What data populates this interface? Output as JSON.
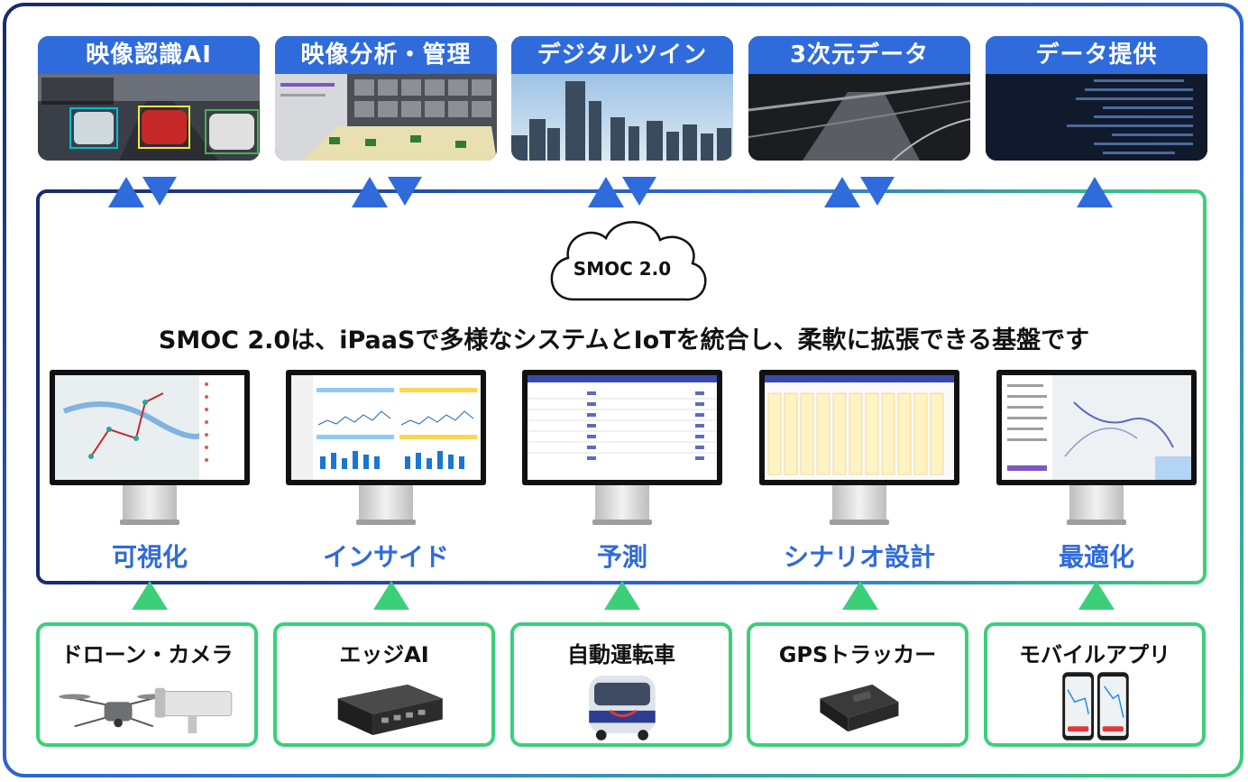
{
  "services": [
    {
      "label": "映像認識AI"
    },
    {
      "label": "映像分析・管理"
    },
    {
      "label": "デジタルツイン"
    },
    {
      "label": "3次元データ"
    },
    {
      "label": "データ提供"
    }
  ],
  "cloud_label": "SMOC 2.0",
  "headline": "SMOC 2.0は、iPaaSで多様なシステムとIoTを統合し、柔軟に拡張できる基盤です",
  "capabilities": [
    {
      "label": "可視化"
    },
    {
      "label": "インサイド"
    },
    {
      "label": "予測"
    },
    {
      "label": "シナリオ設計"
    },
    {
      "label": "最適化"
    }
  ],
  "devices": [
    {
      "label": "ドローン・カメラ"
    },
    {
      "label": "エッジAI"
    },
    {
      "label": "自動運転車"
    },
    {
      "label": "GPSトラッカー"
    },
    {
      "label": "モバイルアプリ"
    }
  ],
  "colors": {
    "accent_blue": "#2f6bdb",
    "frame_green": "#3ccf7a",
    "frame_navy": "#1a2a6b"
  }
}
